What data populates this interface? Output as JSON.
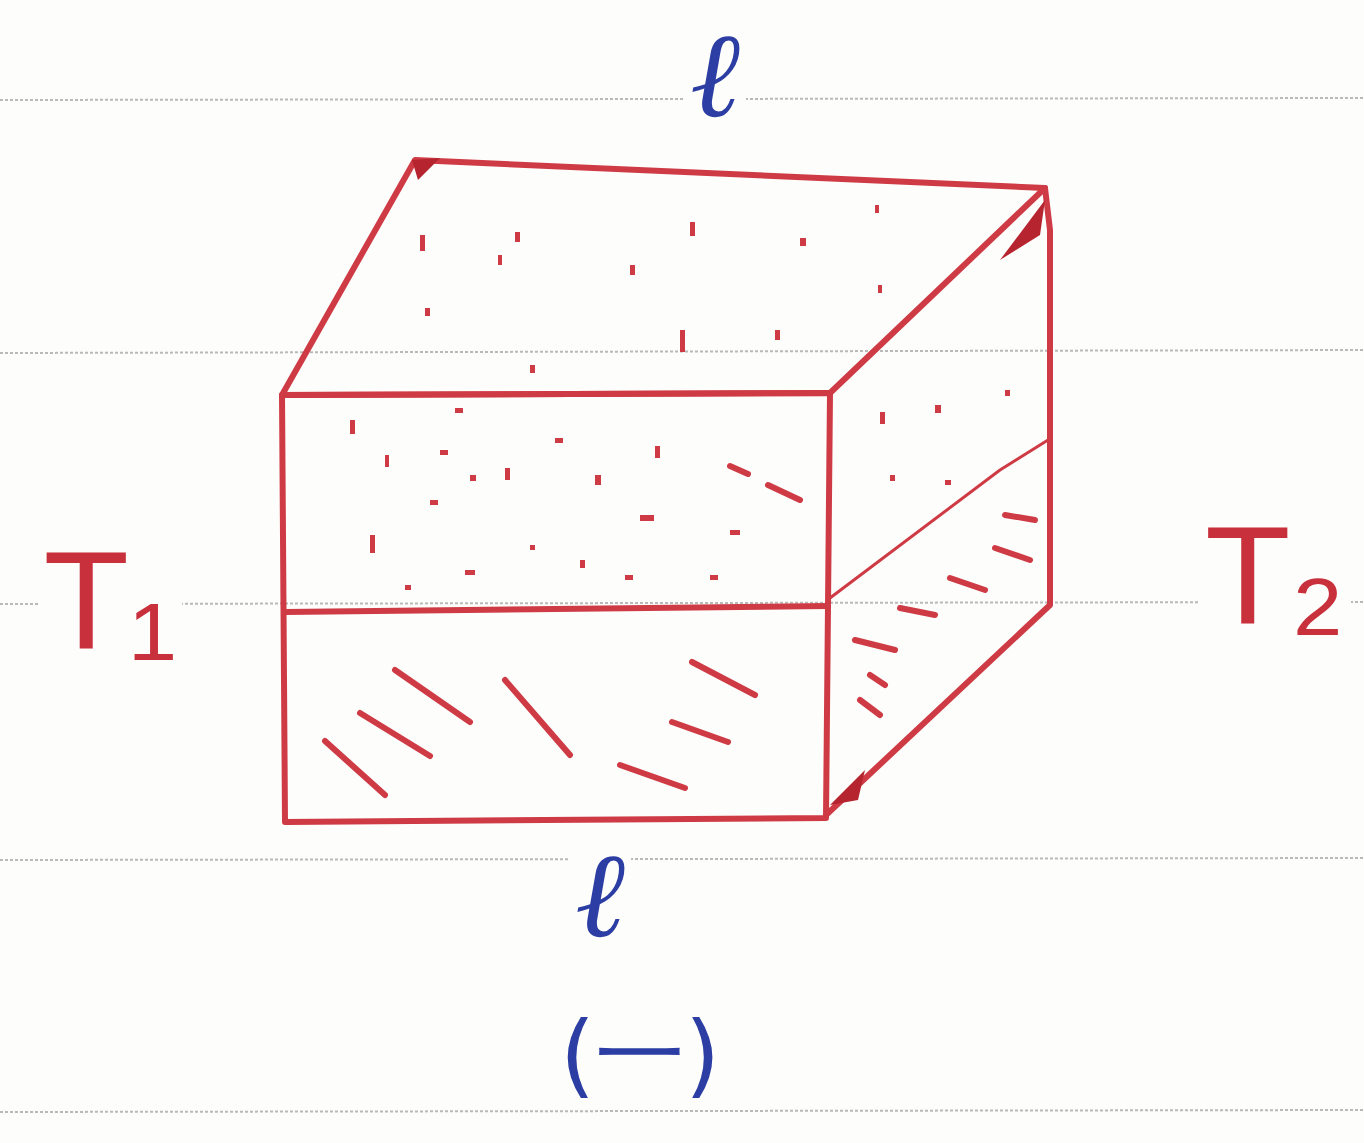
{
  "diagram": {
    "labels": [
      "ℓ",
      "ℓ",
      "T₁",
      "T₂",
      "(一)"
    ]
  }
}
